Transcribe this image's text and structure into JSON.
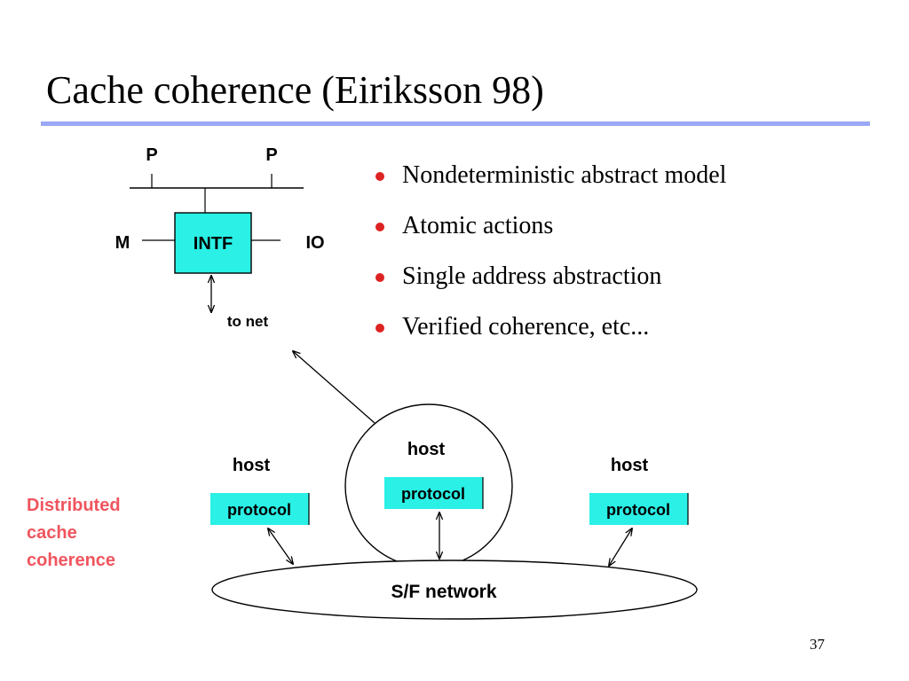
{
  "slide": {
    "title": "Cache coherence (Eiriksson 98)",
    "page_number": "37",
    "accent_rule_color": "#9aa8f5",
    "bullet_color": "#dd2222"
  },
  "bullets": [
    "Nondeterministic abstract model",
    "Atomic actions",
    "Single address abstraction",
    "Verified coherence, etc..."
  ],
  "side_label": {
    "lines": [
      "Distributed",
      "cache",
      "coherence"
    ],
    "color": "#f0555e"
  },
  "node_diagram": {
    "processor_left": "P",
    "processor_right": "P",
    "interface": "INTF",
    "memory": "M",
    "io": "IO",
    "network_link": "to net",
    "box_color": "#2af0e6"
  },
  "network_diagram": {
    "host_left": "host",
    "host_center": "host",
    "host_right": "host",
    "protocol_left": "protocol",
    "protocol_center": "protocol",
    "protocol_right": "protocol",
    "network": "S/F network",
    "box_color": "#2af0e6"
  }
}
